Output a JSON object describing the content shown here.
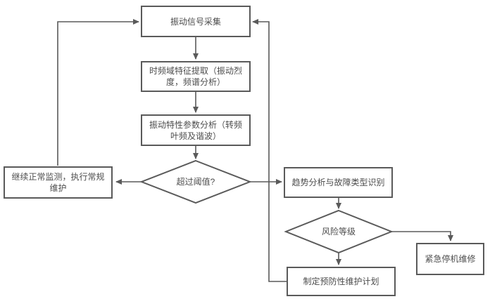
{
  "diagram": {
    "type": "flowchart",
    "colors": {
      "background": "#ffffff",
      "node_fill": "#ffffff",
      "stroke": "#5a5a5a",
      "text": "#4d4d4d"
    },
    "nodes": {
      "acquisition": {
        "type": "process",
        "label": "振动信号采集"
      },
      "feature_extraction": {
        "type": "process",
        "label": "时频域特征提取（振动烈度，频谱分析）"
      },
      "parameter_analysis": {
        "type": "process",
        "label": "振动特性参数分析（转频叶频及谐波）"
      },
      "threshold_decision": {
        "type": "decision",
        "label": "超过阈值?"
      },
      "normal_monitoring": {
        "type": "process",
        "label": "继续正常监测，执行常规维护"
      },
      "trend_analysis": {
        "type": "process",
        "label": "趋势分析与故障类型识别"
      },
      "risk_level_decision": {
        "type": "decision",
        "label": "风险等级"
      },
      "emergency_repair": {
        "type": "process",
        "label": "紧急停机维修"
      },
      "maintenance_plan": {
        "type": "process",
        "label": "制定预防性维护计划"
      }
    },
    "edges": [
      {
        "from": "acquisition",
        "to": "feature_extraction"
      },
      {
        "from": "feature_extraction",
        "to": "parameter_analysis"
      },
      {
        "from": "parameter_analysis",
        "to": "threshold_decision"
      },
      {
        "from": "threshold_decision",
        "to": "normal_monitoring"
      },
      {
        "from": "threshold_decision",
        "to": "trend_analysis"
      },
      {
        "from": "normal_monitoring",
        "to": "acquisition"
      },
      {
        "from": "trend_analysis",
        "to": "risk_level_decision"
      },
      {
        "from": "risk_level_decision",
        "to": "emergency_repair"
      },
      {
        "from": "risk_level_decision",
        "to": "maintenance_plan"
      },
      {
        "from": "maintenance_plan",
        "to": "acquisition"
      }
    ]
  }
}
